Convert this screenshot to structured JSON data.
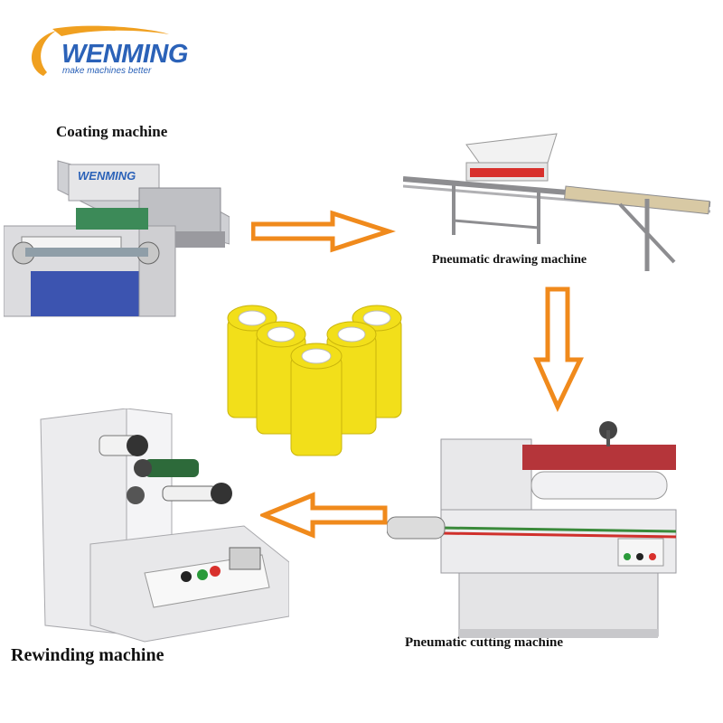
{
  "logo": {
    "brand": "WENMING",
    "tagline": "make machines better",
    "brand_color": "#2b62b8",
    "swoosh_color": "#f0a020"
  },
  "stages": [
    {
      "label": "Coating machine",
      "image_text": "WENMING"
    },
    {
      "label": "Pneumatic drawing machine"
    },
    {
      "label": "Pneumatic cutting machine"
    },
    {
      "label": "Rewinding machine"
    }
  ],
  "flow_arrows": [
    {
      "from": "Coating machine",
      "to": "Pneumatic drawing machine",
      "direction": "right"
    },
    {
      "from": "Pneumatic drawing machine",
      "to": "Pneumatic cutting machine",
      "direction": "down"
    },
    {
      "from": "Pneumatic cutting machine",
      "to": "Rewinding machine",
      "direction": "left"
    }
  ],
  "colors": {
    "arrow": "#f08a1c",
    "tape": "#f2df1a",
    "machine_body": "#d8d8da",
    "machine_blue": "#3c54b0"
  }
}
